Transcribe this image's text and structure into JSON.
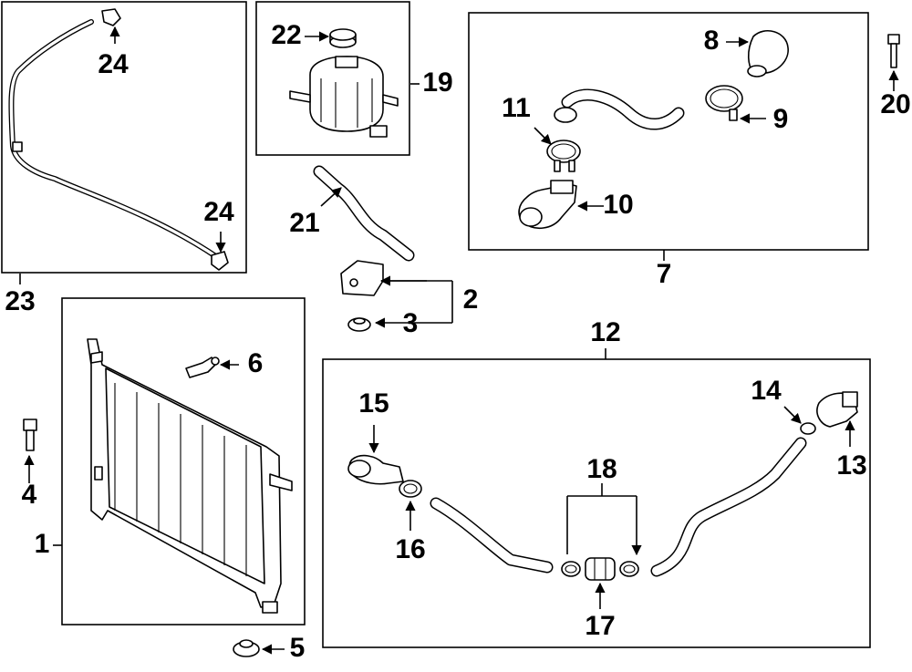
{
  "callouts": {
    "c1": "1",
    "c2": "2",
    "c3": "3",
    "c4": "4",
    "c5": "5",
    "c6": "6",
    "c7": "7",
    "c8": "8",
    "c9": "9",
    "c10": "10",
    "c11": "11",
    "c12": "12",
    "c13": "13",
    "c14": "14",
    "c15": "15",
    "c16": "16",
    "c17": "17",
    "c18": "18",
    "c19": "19",
    "c20": "20",
    "c21": "21",
    "c22": "22",
    "c23": "23",
    "c24a": "24",
    "c24b": "24"
  },
  "colors": {
    "line": "#000000",
    "background": "#ffffff"
  }
}
